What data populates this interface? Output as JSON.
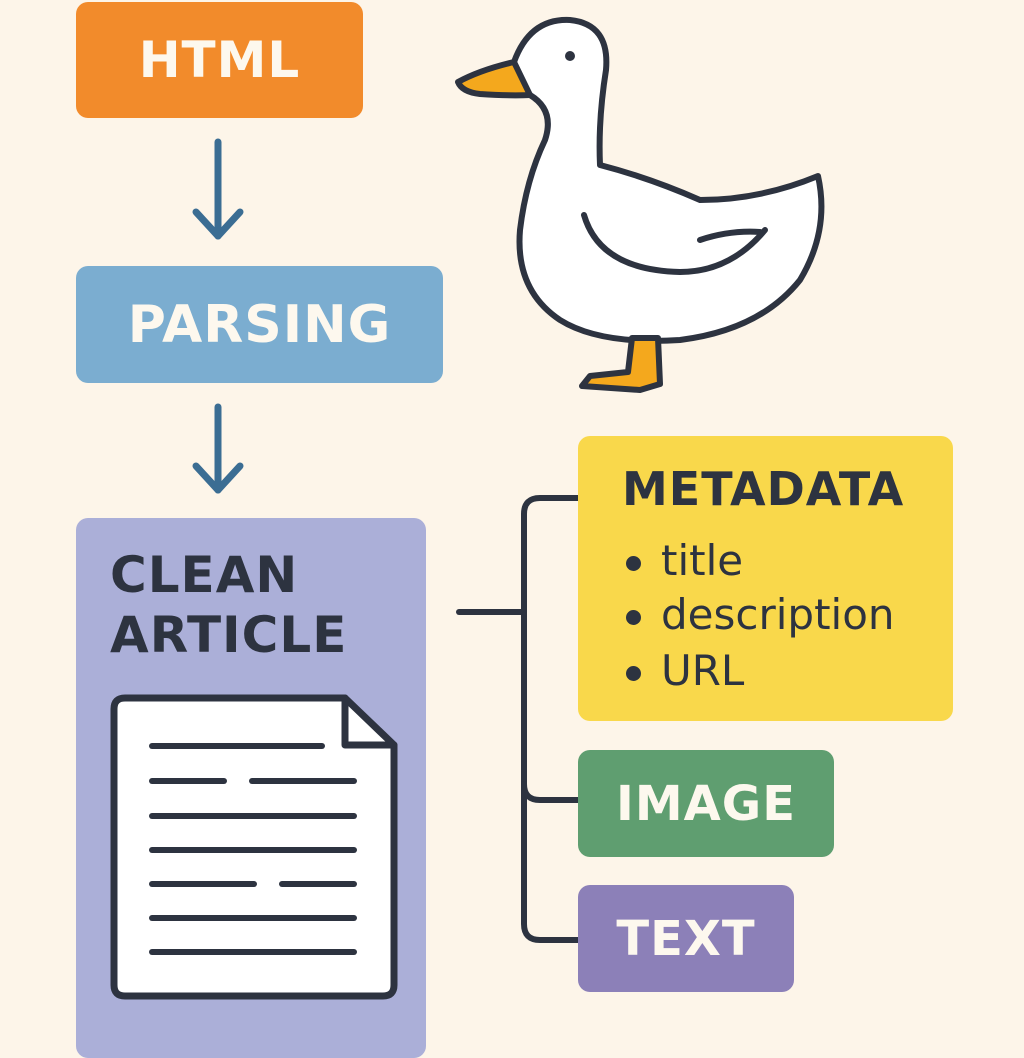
{
  "nodes": {
    "html": "HTML",
    "parsing": "PARSING",
    "article_line1": "CLEAN",
    "article_line2": "ARTICLE",
    "metadata": {
      "title": "METADATA",
      "items": [
        "title",
        "description",
        "URL"
      ]
    },
    "image": "IMAGE",
    "text": "TEXT"
  },
  "colors": {
    "background": "#fdf5e9",
    "html": "#f28b2b",
    "parsing": "#7badd0",
    "article": "#abafd8",
    "metadata": "#f9d84b",
    "image": "#5f9e70",
    "text": "#8c80b8",
    "arrow": "#3b6d93",
    "ink": "#2d3340"
  }
}
